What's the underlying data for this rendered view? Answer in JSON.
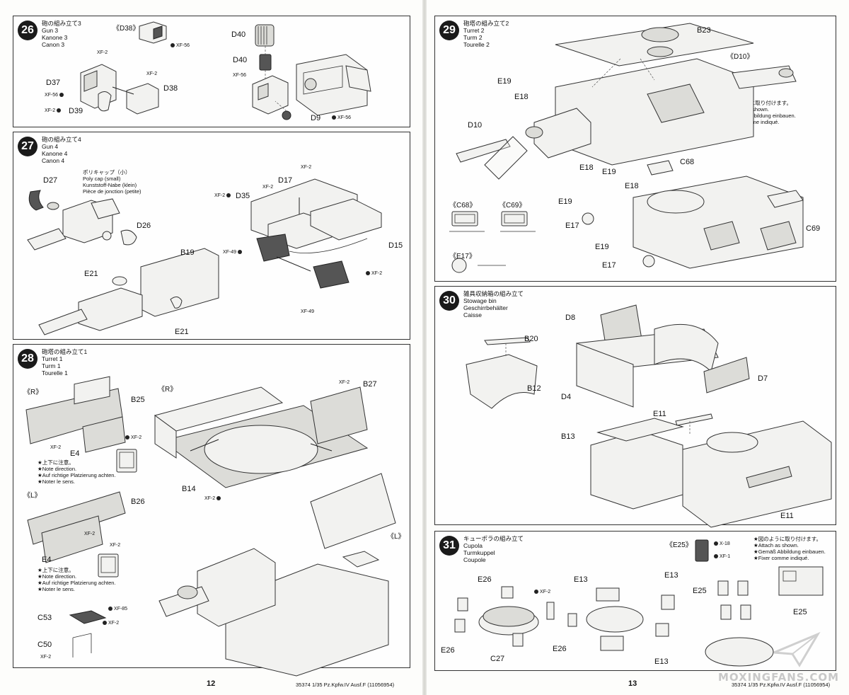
{
  "pages": {
    "left_number": "12",
    "right_number": "13",
    "footer_code": "35374 1/35 Pz.Kpfw.IV Ausf.F (11056954)"
  },
  "watermark": "MOXINGFANS.COM",
  "steps": {
    "s26": {
      "number": "26",
      "title_jp": "砲の組み立て3",
      "title_en": "Gun 3",
      "title_de": "Kanone 3",
      "title_fr": "Canon 3",
      "callout": "《D38》",
      "labels": [
        "D37",
        "D38",
        "D39",
        "D40",
        "D40",
        "D9"
      ],
      "paints": [
        "XF-2",
        "XF-56",
        "XF-2",
        "XF-2",
        "XF-56",
        "XF-56",
        "XF-56"
      ]
    },
    "s27": {
      "number": "27",
      "title_jp": "砲の組み立て4",
      "title_en": "Gun 4",
      "title_de": "Kanone 4",
      "title_fr": "Canon 4",
      "polycap_jp": "ポリキャップ（小）",
      "polycap_en": "Poly cap (small)",
      "polycap_de": "Kunststoff-Nabe (klein)",
      "polycap_fr": "Pièce de jonction (petite)",
      "labels": [
        "D27",
        "D26",
        "B19",
        "E21",
        "E21",
        "D35",
        "D17",
        "D15"
      ],
      "paints": [
        "XF-2",
        "XF-2",
        "XF-2",
        "XF-49",
        "XF-2",
        "XF-49"
      ]
    },
    "s28": {
      "number": "28",
      "title_jp": "砲塔の組み立て1",
      "title_en": "Turret 1",
      "title_de": "Turm 1",
      "title_fr": "Tourelle 1",
      "callout_r": "《R》",
      "callout_l": "《L》",
      "callout_r2": "《R》",
      "callout_l2": "《L》",
      "note": [
        "★上下に注意。",
        "★Note direction.",
        "★Auf richtige Platzierung achten.",
        "★Noter le sens."
      ],
      "labels": [
        "B25",
        "E4",
        "B26",
        "E4",
        "B27",
        "B14",
        "C53",
        "C50"
      ],
      "paints": [
        "XF-2",
        "XF-2",
        "XF-2",
        "XF-2",
        "XF-2",
        "XF-85",
        "XF-2",
        "XF-2",
        "XF-2"
      ]
    },
    "s29": {
      "number": "29",
      "title_jp": "砲塔の組み立て2",
      "title_en": "Turret 2",
      "title_de": "Turm 2",
      "title_fr": "Tourelle 2",
      "callout_d10": "《D10》",
      "callout_c68": "《C68》",
      "callout_c69": "《C69》",
      "callout_e17": "《E17》",
      "note": [
        "★図のように取り付けます。",
        "★Attach as shown.",
        "★Gemäß Abbildung einbauen.",
        "★Fixer comme indiqué."
      ],
      "labels": [
        "B23",
        "E19",
        "E18",
        "D10",
        "E18",
        "E19",
        "C68",
        "E18",
        "E19",
        "E17",
        "E19",
        "E17",
        "C69"
      ]
    },
    "s30": {
      "number": "30",
      "title_jp": "雑具収納箱の組み立て",
      "title_en": "Stowage bin",
      "title_de": "Geschirrbehälter",
      "title_fr": "Caisse",
      "labels": [
        "D8",
        "B20",
        "B12",
        "D4",
        "D7",
        "E11",
        "B13",
        "E11"
      ]
    },
    "s31": {
      "number": "31",
      "title_jp": "キューポラの組み立て",
      "title_en": "Cupola",
      "title_de": "Turmkuppel",
      "title_fr": "Coupole",
      "callout_e25": "《E25》",
      "note": [
        "★図のように取り付けます。",
        "★Attach as shown.",
        "★Gemäß Abbildung einbauen.",
        "★Fixer comme indiqué."
      ],
      "labels": [
        "E26",
        "E26",
        "C27",
        "E26",
        "E13",
        "E13",
        "E13",
        "E25",
        "E25"
      ],
      "paints": [
        "XF-2",
        "X-18",
        "XF-1"
      ]
    }
  }
}
